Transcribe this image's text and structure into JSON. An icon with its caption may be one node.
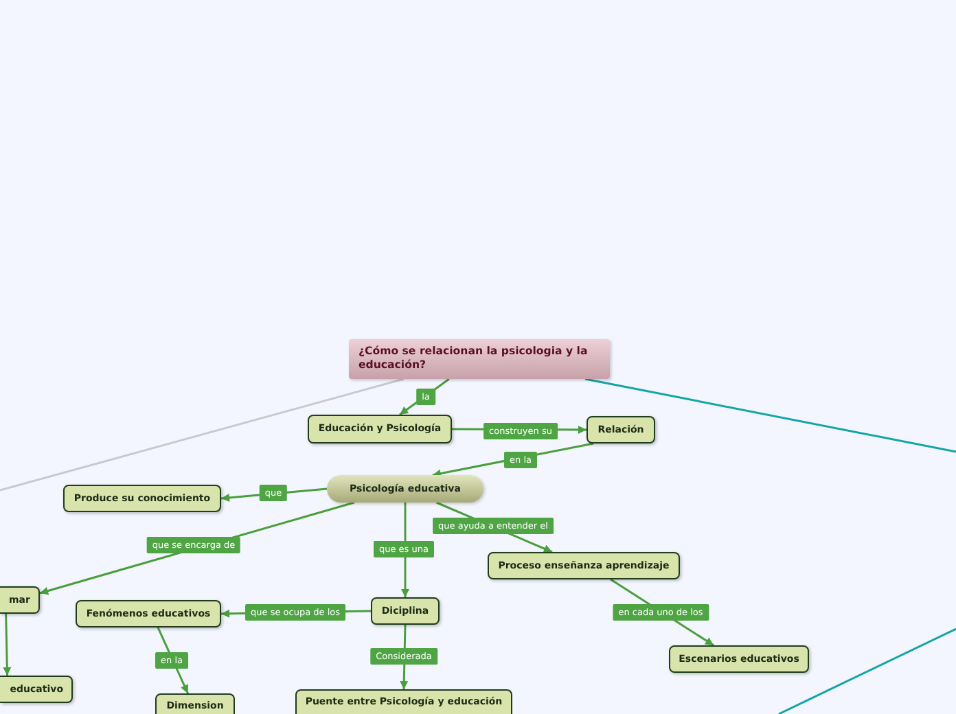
{
  "diagram": {
    "nodes": [
      {
        "text": [
          "¿Cómo se relacionan la psicologia y la educación?"
        ]
      },
      {
        "text": [
          "Educación y Psicología"
        ]
      },
      {
        "text": [
          "Relación"
        ]
      },
      {
        "text": [
          "Psicología educativa"
        ]
      },
      {
        "text": [
          "Produce su conocimiento"
        ]
      },
      {
        "text": [
          "mar"
        ]
      },
      {
        "text": [
          "Fenómenos educativos"
        ]
      },
      {
        "text": [
          "Diciplina"
        ]
      },
      {
        "text": [
          "Proceso enseñanza aprendizaje"
        ]
      },
      {
        "text": [
          "Escenarios educativos"
        ]
      },
      {
        "text": [
          "educativo"
        ]
      },
      {
        "text": [
          "Dimension"
        ]
      },
      {
        "text": [
          "Puente entre Psicología y educación"
        ]
      }
    ],
    "edges": [
      {
        "from": 0,
        "to": 1,
        "arrow": "to",
        "label": "la"
      },
      {
        "from": 1,
        "to": 2,
        "arrow": "to",
        "label": "construyen su"
      },
      {
        "from": 2,
        "to": 3,
        "arrow": "to",
        "label": "en la"
      },
      {
        "from": 3,
        "to": 4,
        "arrow": "to",
        "label": "que"
      },
      {
        "from": 3,
        "to": 5,
        "arrow": "to",
        "label": "que se encarga de"
      },
      {
        "from": 3,
        "to": 7,
        "arrow": "to",
        "label": "que es una"
      },
      {
        "from": 3,
        "to": 8,
        "arrow": "to",
        "label": "que ayuda a entender el"
      },
      {
        "from": 7,
        "to": 6,
        "arrow": "to",
        "label": "que se ocupa de los"
      },
      {
        "from": 6,
        "to": 11,
        "arrow": "to",
        "label": "en la"
      },
      {
        "from": 7,
        "to": 12,
        "arrow": "to",
        "label": "Considerada"
      },
      {
        "from": 8,
        "to": 9,
        "arrow": "to",
        "label": "en cada uno de los"
      },
      {
        "from": 5,
        "to": 10,
        "arrow": "to"
      },
      {
        "from": 0,
        "to": null,
        "arrow": "none",
        "color": "#c8c8d2"
      },
      {
        "from": 0,
        "to": null,
        "arrow": "none",
        "color": "#12a5a8"
      }
    ]
  }
}
